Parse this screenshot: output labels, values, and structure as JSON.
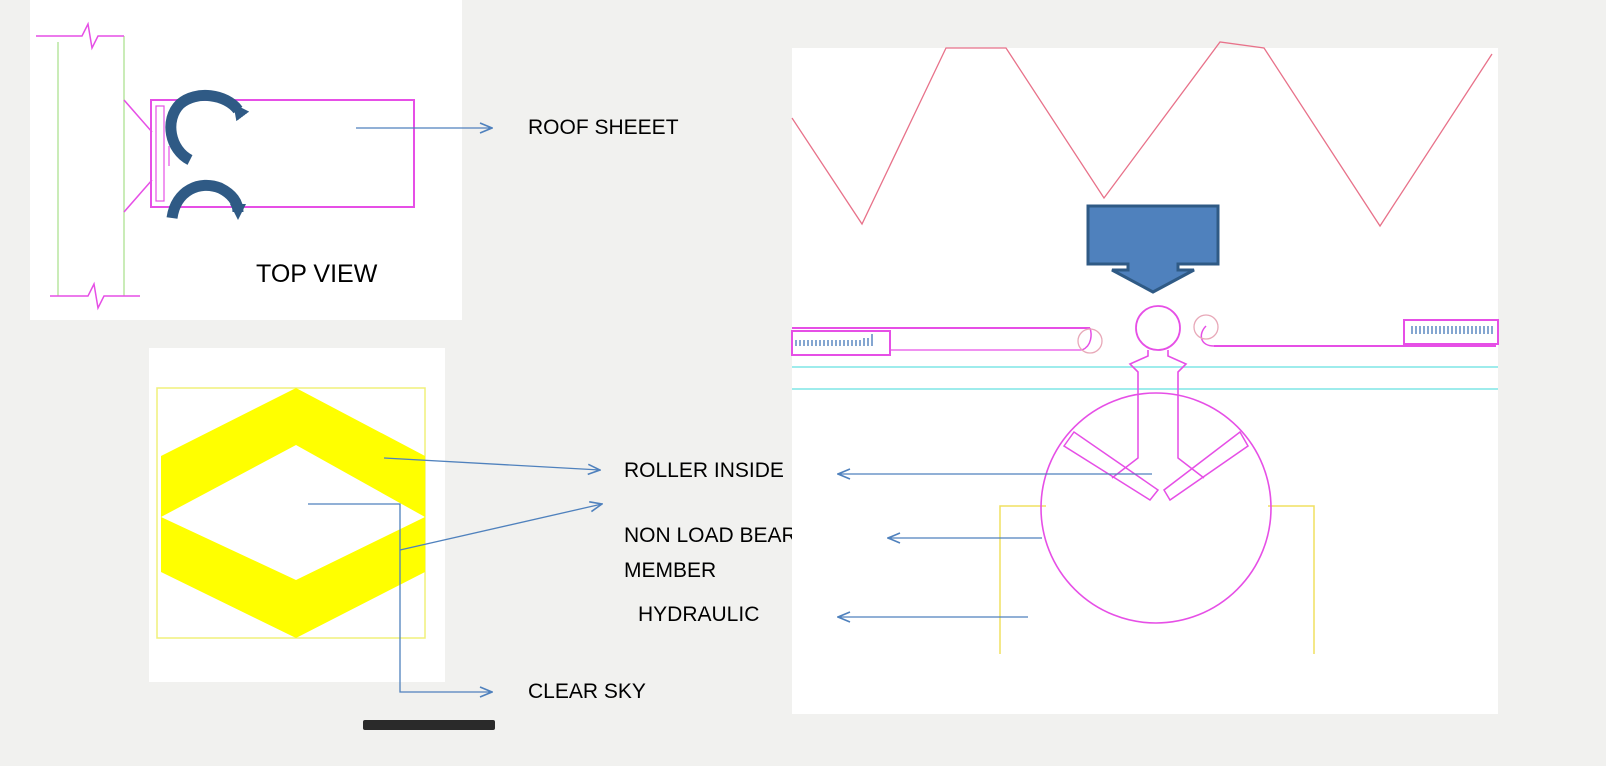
{
  "diagram": {
    "labels": {
      "roof_sheet": "ROOF SHEEET",
      "top_view": "TOP VIEW",
      "roller_inside": "ROLLER INSIDE",
      "non_load_bearing_1": "NON LOAD BEARING",
      "non_load_bearing_2": "MEMBER",
      "hydraulic": "HYDRAULIC",
      "clear_sky": "CLEAR SKY"
    },
    "colors": {
      "outline_magenta": "#e64fe6",
      "zigzag_pink": "#e8728a",
      "frame_yellow": "#ffff00",
      "guide_cyan": "#7fe6e6",
      "leader_blue": "#4f81bd",
      "rotation_arrow": "#2f5a85",
      "press_block": "#4f81bd",
      "guide_green": "#b8e6a0",
      "support_yellow": "#f0e060"
    },
    "icons": {
      "rotation": "curved-rotation-arrow-icon",
      "press": "downward-block-arrow-icon"
    }
  }
}
